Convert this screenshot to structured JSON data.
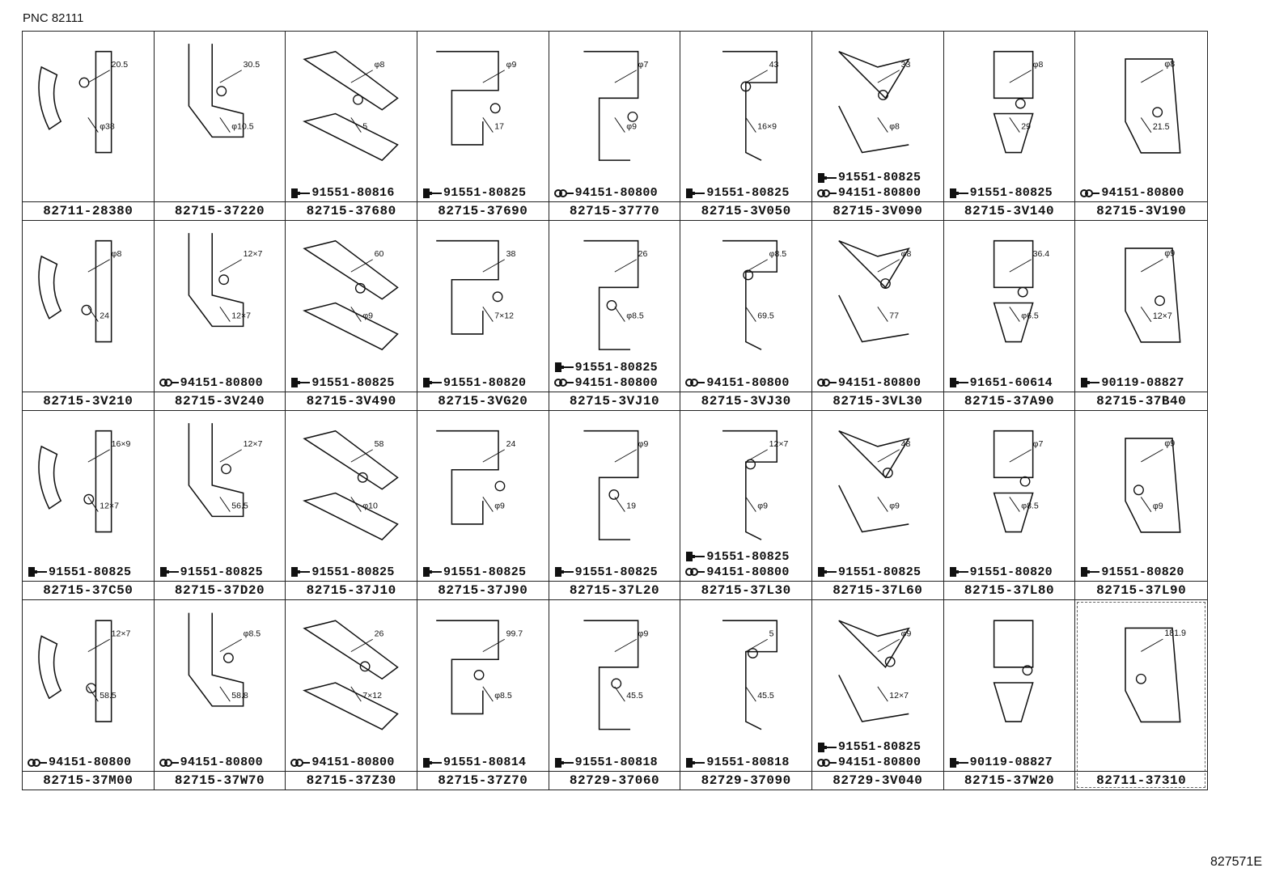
{
  "header": {
    "pnc": "PNC 82111"
  },
  "footer": {
    "figure_id": "827571E"
  },
  "cells": [
    {
      "pn": "82711-28380",
      "hw": [],
      "dims": [
        "20.5",
        "φ38"
      ]
    },
    {
      "pn": "82715-37220",
      "hw": [],
      "dims": [
        "30.5",
        "φ10.5"
      ]
    },
    {
      "pn": "82715-37680",
      "hw": [
        {
          "t": "bolt",
          "n": "91551-80816"
        }
      ],
      "dims": [
        "φ8",
        "5"
      ]
    },
    {
      "pn": "82715-37690",
      "hw": [
        {
          "t": "bolt",
          "n": "91551-80825"
        }
      ],
      "dims": [
        "φ9",
        "17"
      ]
    },
    {
      "pn": "82715-37770",
      "hw": [
        {
          "t": "clip",
          "n": "94151-80800"
        }
      ],
      "dims": [
        "φ7",
        "φ9"
      ]
    },
    {
      "pn": "82715-3V050",
      "hw": [
        {
          "t": "bolt",
          "n": "91551-80825"
        }
      ],
      "dims": [
        "43",
        "16×9"
      ]
    },
    {
      "pn": "82715-3V090",
      "hw": [
        {
          "t": "bolt",
          "n": "91551-80825"
        },
        {
          "t": "clip",
          "n": "94151-80800"
        }
      ],
      "dims": [
        "33",
        "φ8"
      ]
    },
    {
      "pn": "82715-3V140",
      "hw": [
        {
          "t": "bolt",
          "n": "91551-80825"
        }
      ],
      "dims": [
        "φ8",
        "29"
      ]
    },
    {
      "pn": "82715-3V190",
      "hw": [
        {
          "t": "clip",
          "n": "94151-80800"
        }
      ],
      "dims": [
        "φ8",
        "21.5"
      ]
    },
    {
      "pn": "82715-3V210",
      "hw": [],
      "dims": [
        "φ8",
        "24"
      ]
    },
    {
      "pn": "82715-3V240",
      "hw": [
        {
          "t": "clip",
          "n": "94151-80800"
        }
      ],
      "dims": [
        "12×7",
        "12×7"
      ]
    },
    {
      "pn": "82715-3V490",
      "hw": [
        {
          "t": "bolt",
          "n": "91551-80825"
        }
      ],
      "dims": [
        "60",
        "φ9"
      ]
    },
    {
      "pn": "82715-3VG20",
      "hw": [
        {
          "t": "bolt",
          "n": "91551-80820"
        }
      ],
      "dims": [
        "38",
        "7×12"
      ]
    },
    {
      "pn": "82715-3VJ10",
      "hw": [
        {
          "t": "bolt",
          "n": "91551-80825"
        },
        {
          "t": "clip",
          "n": "94151-80800"
        }
      ],
      "dims": [
        "26",
        "φ8.5"
      ]
    },
    {
      "pn": "82715-3VJ30",
      "hw": [
        {
          "t": "clip",
          "n": "94151-80800"
        }
      ],
      "dims": [
        "φ8.5",
        "69.5"
      ]
    },
    {
      "pn": "82715-3VL30",
      "hw": [
        {
          "t": "clip",
          "n": "94151-80800"
        }
      ],
      "dims": [
        "φ8",
        "77"
      ]
    },
    {
      "pn": "82715-37A90",
      "hw": [
        {
          "t": "bolt",
          "n": "91651-60614"
        }
      ],
      "dims": [
        "36.4",
        "φ6.5"
      ]
    },
    {
      "pn": "82715-37B40",
      "hw": [
        {
          "t": "bolt",
          "n": "90119-08827"
        }
      ],
      "dims": [
        "φ9",
        "12×7"
      ]
    },
    {
      "pn": "82715-37C50",
      "hw": [
        {
          "t": "bolt",
          "n": "91551-80825"
        }
      ],
      "dims": [
        "16×9",
        "12×7"
      ]
    },
    {
      "pn": "82715-37D20",
      "hw": [
        {
          "t": "bolt",
          "n": "91551-80825"
        }
      ],
      "dims": [
        "12×7",
        "56.5"
      ]
    },
    {
      "pn": "82715-37J10",
      "hw": [
        {
          "t": "bolt",
          "n": "91551-80825"
        }
      ],
      "dims": [
        "58",
        "φ10"
      ]
    },
    {
      "pn": "82715-37J90",
      "hw": [
        {
          "t": "bolt",
          "n": "91551-80825"
        }
      ],
      "dims": [
        "24",
        "φ9"
      ]
    },
    {
      "pn": "82715-37L20",
      "hw": [
        {
          "t": "bolt",
          "n": "91551-80825"
        }
      ],
      "dims": [
        "φ9",
        "19"
      ]
    },
    {
      "pn": "82715-37L30",
      "hw": [
        {
          "t": "bolt",
          "n": "91551-80825"
        },
        {
          "t": "clip",
          "n": "94151-80800"
        }
      ],
      "dims": [
        "12×7",
        "φ9"
      ]
    },
    {
      "pn": "82715-37L60",
      "hw": [
        {
          "t": "bolt",
          "n": "91551-80825"
        }
      ],
      "dims": [
        "48",
        "φ9"
      ]
    },
    {
      "pn": "82715-37L80",
      "hw": [
        {
          "t": "bolt",
          "n": "91551-80820"
        }
      ],
      "dims": [
        "φ7",
        "φ8.5"
      ]
    },
    {
      "pn": "82715-37L90",
      "hw": [
        {
          "t": "bolt",
          "n": "91551-80820"
        }
      ],
      "dims": [
        "φ9",
        "φ9"
      ]
    },
    {
      "pn": "82715-37M00",
      "hw": [
        {
          "t": "clip",
          "n": "94151-80800"
        }
      ],
      "dims": [
        "12×7",
        "58.5"
      ]
    },
    {
      "pn": "82715-37W70",
      "hw": [
        {
          "t": "clip",
          "n": "94151-80800"
        }
      ],
      "dims": [
        "φ8.5",
        "58.8"
      ]
    },
    {
      "pn": "82715-37Z30",
      "hw": [
        {
          "t": "clip",
          "n": "94151-80800"
        }
      ],
      "dims": [
        "26",
        "7×12"
      ]
    },
    {
      "pn": "82715-37Z70",
      "hw": [
        {
          "t": "bolt",
          "n": "91551-80814"
        }
      ],
      "dims": [
        "99.7",
        "φ8.5"
      ]
    },
    {
      "pn": "82729-37060",
      "hw": [
        {
          "t": "bolt",
          "n": "91551-80818"
        }
      ],
      "dims": [
        "φ9",
        "45.5"
      ]
    },
    {
      "pn": "82729-37090",
      "hw": [
        {
          "t": "bolt",
          "n": "91551-80818"
        }
      ],
      "dims": [
        "5",
        "45.5"
      ]
    },
    {
      "pn": "82729-3V040",
      "hw": [
        {
          "t": "bolt",
          "n": "91551-80825"
        },
        {
          "t": "clip",
          "n": "94151-80800"
        }
      ],
      "dims": [
        "φ9",
        "12×7"
      ]
    },
    {
      "pn": "82715-37W20",
      "hw": [
        {
          "t": "bolt",
          "n": "90119-08827"
        }
      ],
      "dims": []
    },
    {
      "pn": "82711-37310",
      "hw": [],
      "dims": [
        "181.9"
      ]
    }
  ]
}
